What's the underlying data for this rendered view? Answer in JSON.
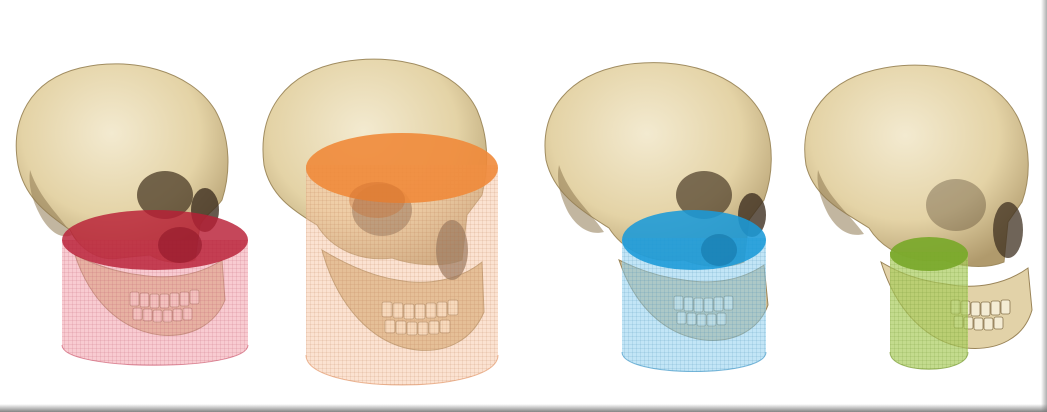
{
  "figure": {
    "description_visible_text": "",
    "background_color": "#ffffff"
  },
  "panels": [
    {
      "id": "panel-1",
      "subject": "skull",
      "view": "three-quarter-left",
      "volume_shape": "cylinder",
      "volume_color": "#c0203a",
      "volume_fill_color": "#f2a0ac",
      "coverage": "lower-jaw-and-teeth"
    },
    {
      "id": "panel-2",
      "subject": "skull",
      "view": "three-quarter-left",
      "volume_shape": "cylinder",
      "volume_color": "#f08a3a",
      "volume_fill_color": "#f8c6a4",
      "coverage": "full-face"
    },
    {
      "id": "panel-3",
      "subject": "skull",
      "view": "three-quarter-left",
      "volume_shape": "cylinder",
      "volume_color": "#1a9ad8",
      "volume_fill_color": "#8fd0ee",
      "coverage": "lower-jaw-and-teeth"
    },
    {
      "id": "panel-4",
      "subject": "skull",
      "view": "three-quarter-left",
      "volume_shape": "cylinder",
      "volume_color": "#7aa82a",
      "volume_fill_color": "#a9cc5c",
      "coverage": "small-jaw-region"
    }
  ],
  "colors": {
    "bone": "#e9dcb2",
    "bone_shadow": "#b8a478",
    "bone_dark": "#5c4a30",
    "grid_line": "#7d6a55"
  }
}
